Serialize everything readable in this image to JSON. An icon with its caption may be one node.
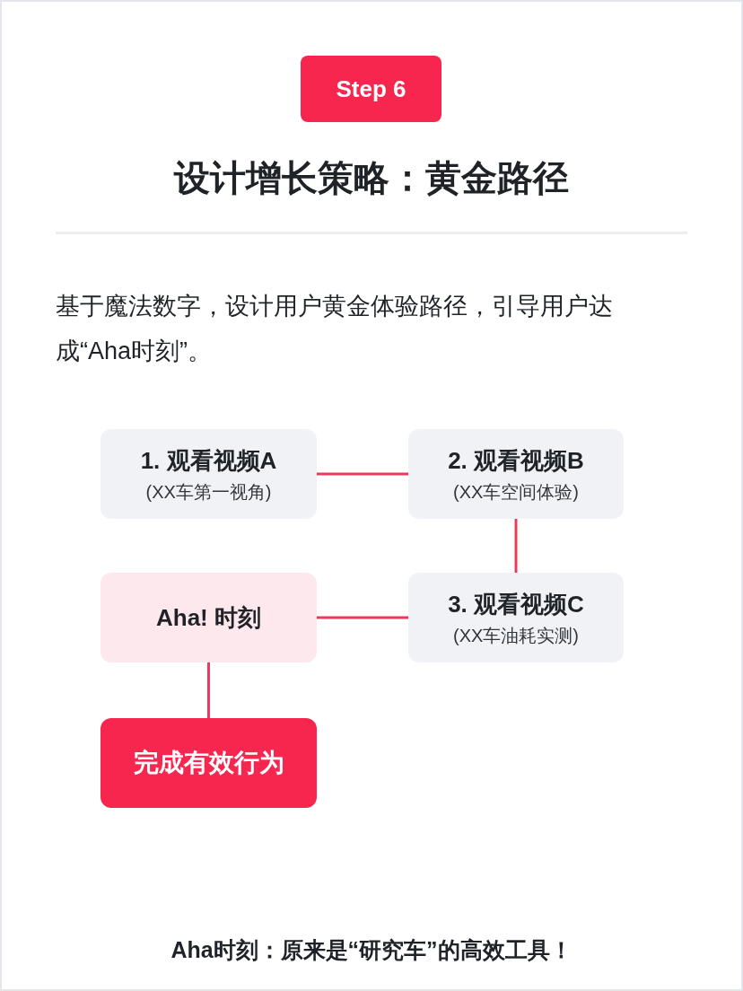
{
  "diagram": {
    "title": "设计增长策略：黄金路径",
    "nodes": [
      {
        "text": [
          "Step 6"
        ]
      },
      {
        "text": [
          "1. 观看视频A",
          "(XX车第一视角)"
        ]
      },
      {
        "text": [
          "2. 观看视频B",
          "(XX车空间体验)"
        ]
      },
      {
        "text": [
          "3. 观看视频C",
          "(XX车油耗实测)"
        ]
      },
      {
        "text": [
          "Aha! 时刻"
        ]
      },
      {
        "text": [
          "完成有效行为"
        ]
      }
    ],
    "edges": [
      {
        "from": 1,
        "to": 2,
        "arrow": "none"
      },
      {
        "from": 2,
        "to": 3,
        "arrow": "none"
      },
      {
        "from": 3,
        "to": 4,
        "arrow": "none"
      },
      {
        "from": 4,
        "to": 5,
        "arrow": "none"
      }
    ],
    "labels": [
      "基于魔法数字，设计用户黄金体验路径，引导用户达成“Aha时刻”。",
      "Aha时刻：原来是“研究车”的高效工具！"
    ]
  }
}
